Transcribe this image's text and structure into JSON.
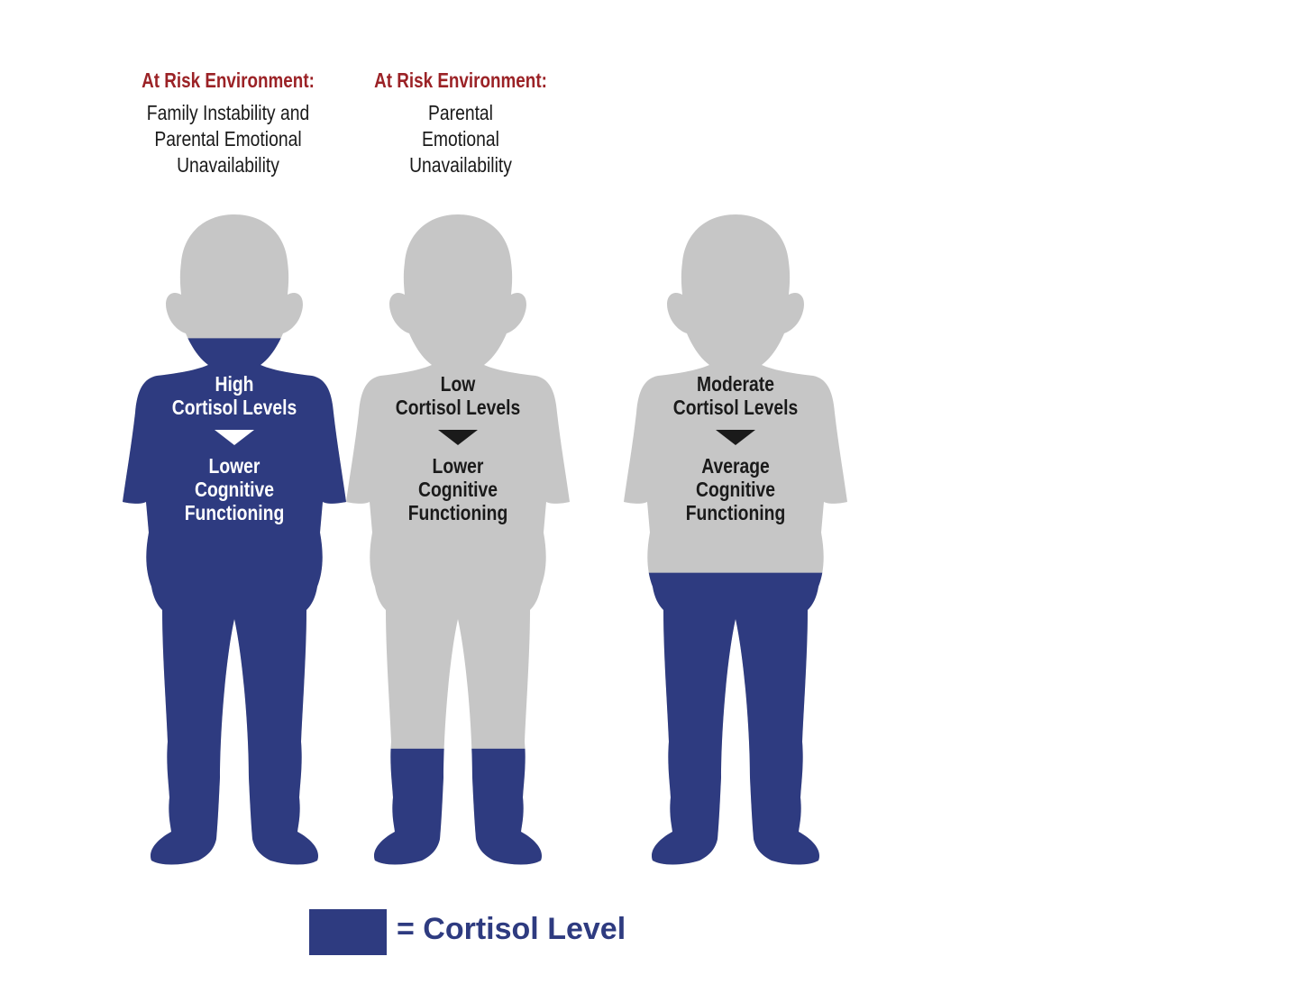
{
  "colors": {
    "cortisol": "#2e3b80",
    "silhouette": "#c6c6c6",
    "risk_heading": "#9b2226",
    "dark_text": "#1a1a1a",
    "light_text": "#ffffff"
  },
  "figures": [
    {
      "heading": "At Risk Environment:",
      "description": [
        "Family Instability and",
        "Parental Emotional",
        "Unavailability"
      ],
      "cortisol_lines": [
        "High",
        "Cortisol Levels"
      ],
      "outcome_lines": [
        "Lower",
        "Cognitive",
        "Functioning"
      ],
      "cortisol_fill_level": 0.81,
      "text_on_cortisol": true
    },
    {
      "heading": "At Risk Environment:",
      "description": [
        "Parental",
        "Emotional",
        "Unavailability"
      ],
      "cortisol_lines": [
        "Low",
        "Cortisol Levels"
      ],
      "outcome_lines": [
        "Lower",
        "Cognitive",
        "Functioning"
      ],
      "cortisol_fill_level": 0.18,
      "text_on_cortisol": false
    },
    {
      "heading": "",
      "description": [],
      "cortisol_lines": [
        "Moderate",
        "Cortisol Levels"
      ],
      "outcome_lines": [
        "Average",
        "Cognitive",
        "Functioning"
      ],
      "cortisol_fill_level": 0.45,
      "text_on_cortisol": false
    }
  ],
  "legend": {
    "label": "= Cortisol Level",
    "color": "#2e3b80"
  }
}
